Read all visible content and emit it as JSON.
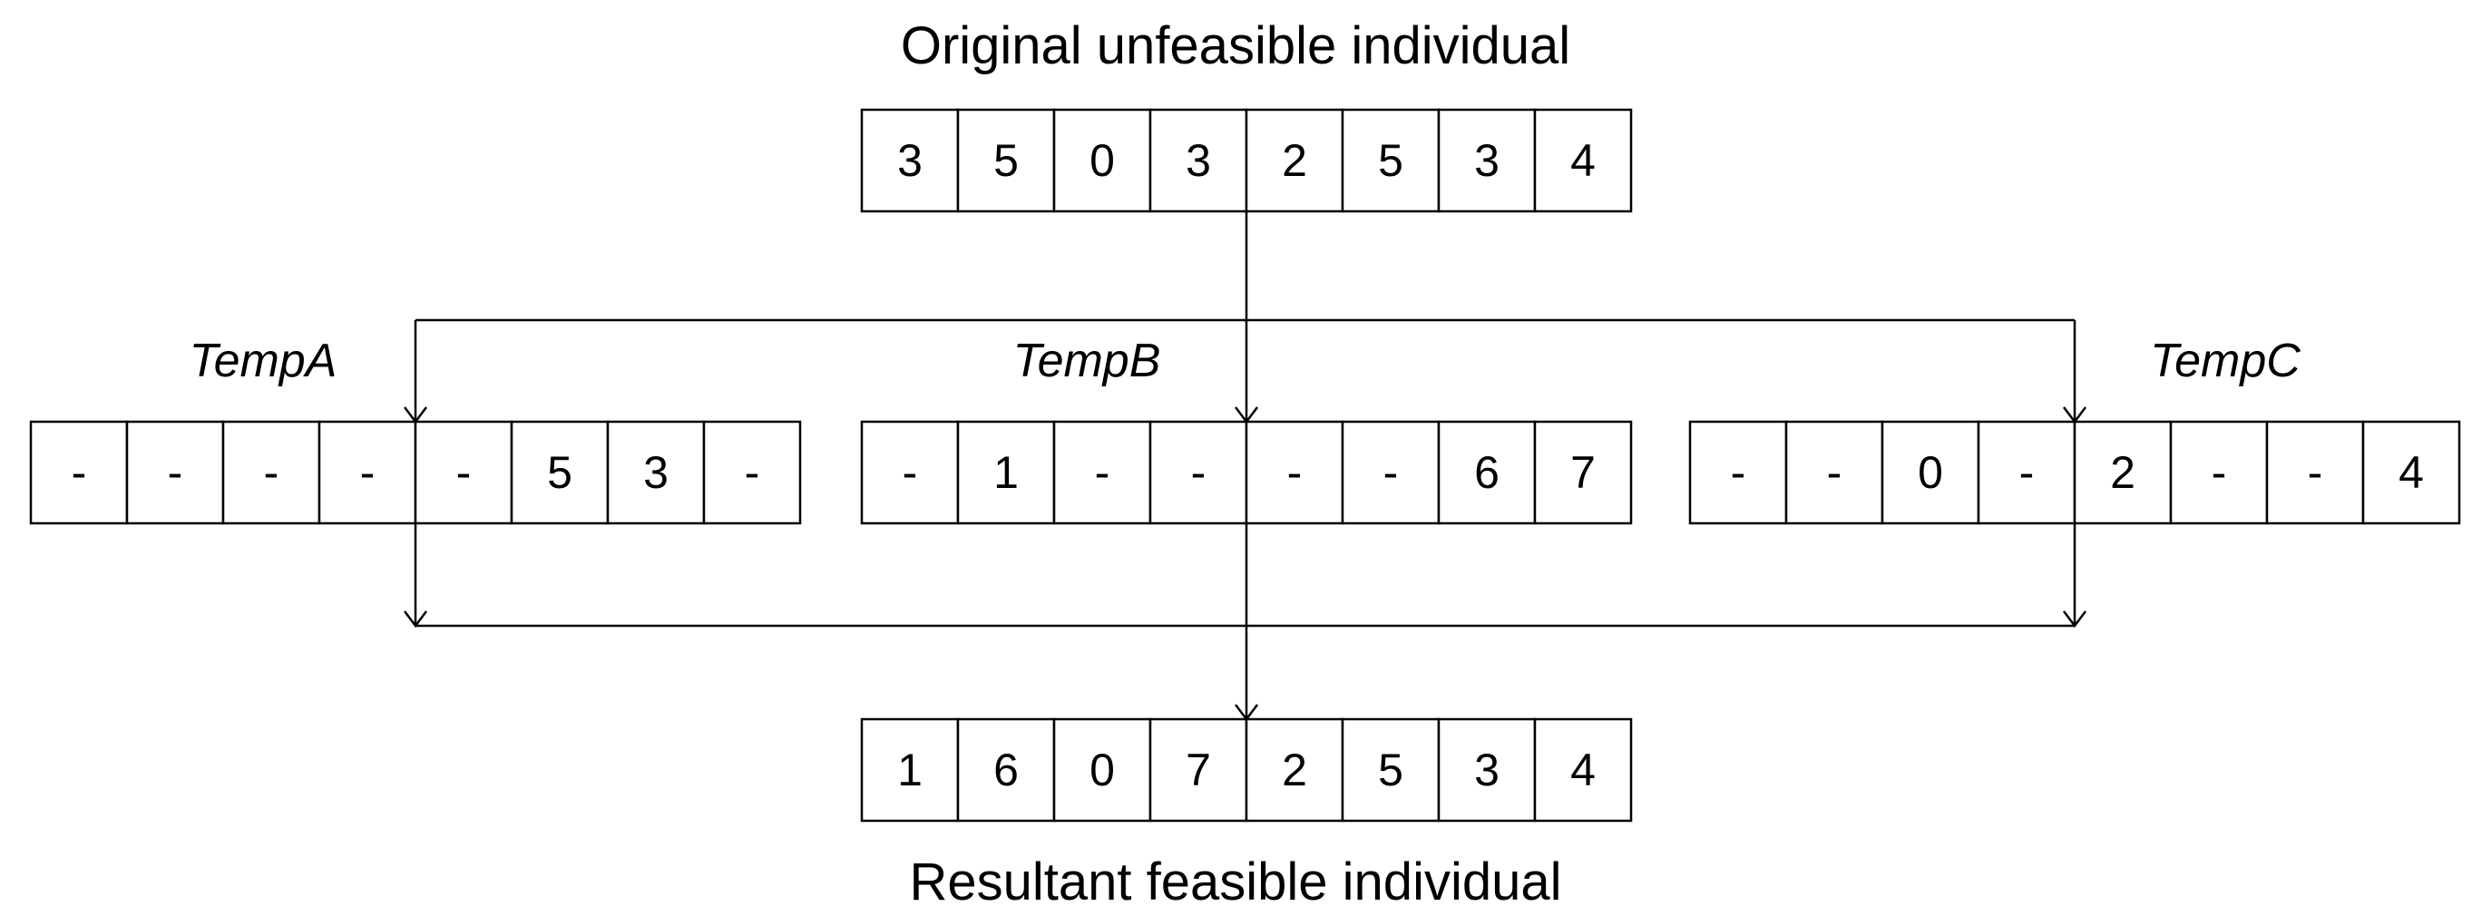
{
  "captions": {
    "top": "Original unfeasible individual",
    "bottom": "Resultant feasible individual"
  },
  "labels": {
    "temp_a": "TempA",
    "temp_b": "TempB",
    "temp_c": "TempC"
  },
  "arrays": {
    "original": [
      "3",
      "5",
      "0",
      "3",
      "2",
      "5",
      "3",
      "4"
    ],
    "temp_a": [
      "-",
      "-",
      "-",
      "-",
      "-",
      "5",
      "3",
      "-"
    ],
    "temp_b": [
      "-",
      "1",
      "-",
      "-",
      "-",
      "-",
      "6",
      "7"
    ],
    "temp_c": [
      "-",
      "-",
      "0",
      "-",
      "2",
      "-",
      "-",
      "4"
    ],
    "result": [
      "1",
      "6",
      "0",
      "7",
      "2",
      "5",
      "3",
      "4"
    ]
  }
}
